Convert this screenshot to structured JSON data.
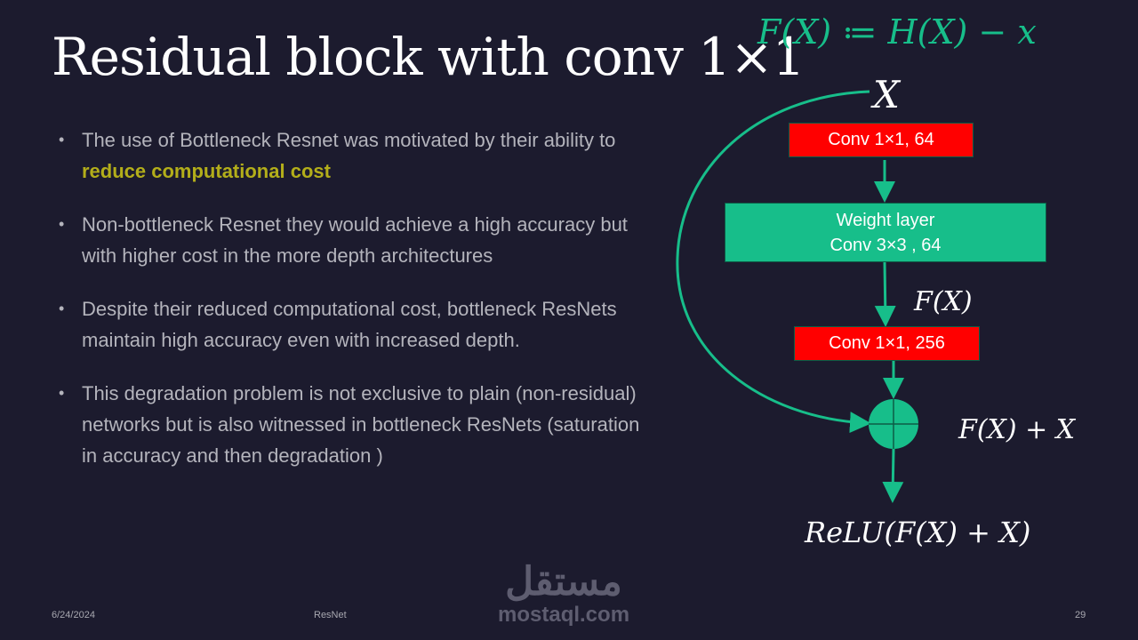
{
  "title": "Residual block with conv 1×1",
  "formula": "F(X) ≔ H(X) − x",
  "bullets": [
    {
      "text": "The use of Bottleneck Resnet was motivated by their ability to ",
      "highlight": "reduce computational cost"
    },
    {
      "text": "Non-bottleneck Resnet they would achieve a high accuracy but with higher cost in the more depth architectures"
    },
    {
      "text": " Despite their reduced computational cost, bottleneck ResNets maintain high accuracy even with increased depth."
    },
    {
      "text": "This degradation problem is not exclusive to plain (non-residual) networks but is also witnessed in bottleneck ResNets (saturation in accuracy and then degradation )"
    }
  ],
  "diagram": {
    "input": "X",
    "conv1": "Conv 1×1, 64",
    "weight_line1": "Weight layer",
    "weight_line2": "Conv 3×3 , 64",
    "fx": "F(X)",
    "conv3": "Conv 1×1, 256",
    "sum": "F(X) + X",
    "output": "ReLU(F(X) + X)"
  },
  "footer": {
    "date": "6/24/2024",
    "center": "ResNet",
    "page": "29"
  },
  "watermark": {
    "arabic": "مستقل",
    "latin": "mostaql.com"
  },
  "colors": {
    "accent": "#17be8a",
    "red": "#ff0000",
    "highlight": "#b3ae1a"
  }
}
